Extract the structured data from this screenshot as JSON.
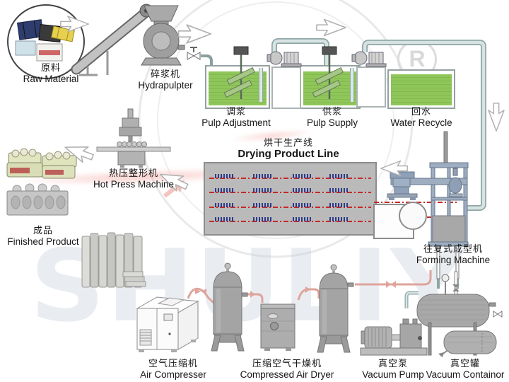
{
  "watermark": {
    "letters": "SHULIY",
    "registered": "R"
  },
  "stations": {
    "raw_material": {
      "zh": "原料",
      "en": "Raw Material"
    },
    "hydrapulpter": {
      "zh": "碎浆机",
      "en": "Hydrapulpter"
    },
    "pulp_adjustment": {
      "zh": "调浆",
      "en": "Pulp Adjustment"
    },
    "pulp_supply": {
      "zh": "供浆",
      "en": "Pulp Supply"
    },
    "water_recycle": {
      "zh": "回水",
      "en": "Water Recycle"
    },
    "drying_line": {
      "zh": "烘干生产线",
      "en": "Drying Product Line"
    },
    "hot_press": {
      "zh": "热压整形机",
      "en": "Hot Press Machine"
    },
    "finished_product": {
      "zh": "成品",
      "en": "Finished Product"
    },
    "forming_machine": {
      "zh": "往复式成型机",
      "en": "Forming Machine"
    },
    "air_compressor": {
      "zh": "空气压缩机",
      "en": "Air Compresser"
    },
    "air_dryer": {
      "zh": "压缩空气干燥机",
      "en": "Compressed Air Dryer"
    },
    "vacuum_pump": {
      "zh": "真空泵",
      "en": "Vacuum Pump"
    },
    "vacuum_container": {
      "zh": "真空罐",
      "en": "Vacuum Containor"
    }
  },
  "colors": {
    "pulp_green": "#8fc65a",
    "machine_gray": "#a8a8a8",
    "pipe_gray": "#d7e3e3",
    "air_pipe_pink": "#dfa49c",
    "drying_line_red": "#c62828",
    "tray_blue": "#2c3c8a",
    "watermark_blue": "#c7d3df"
  }
}
